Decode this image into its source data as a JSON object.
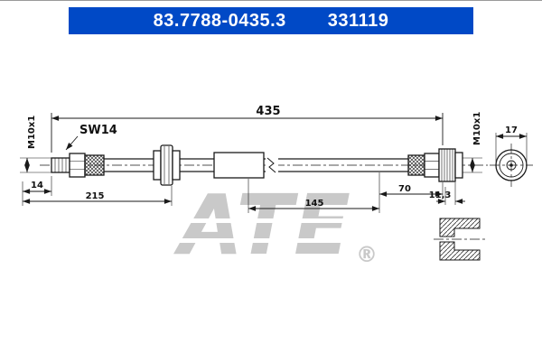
{
  "header": {
    "part_number": "83.7788-0435.3",
    "ref_number": "331119",
    "bg_color": "#0049C6",
    "text_color": "#FFFFFF"
  },
  "watermark": {
    "text": "ATE",
    "reg": "®",
    "color": "#C9C9C9"
  },
  "drawing": {
    "type": "brake-hose-technical-drawing",
    "line_color": "#1A1A1A",
    "labels": {
      "overall_length": "435",
      "thread_left": "M10x1",
      "thread_right": "M10x1",
      "wrench_size": "SW14",
      "dim_left_offset": "14",
      "dim_left_section": "215",
      "dim_mid_section": "145",
      "dim_right_section": "70",
      "dim_right_offset": "11,3",
      "dim_end_diameter": "17"
    }
  }
}
